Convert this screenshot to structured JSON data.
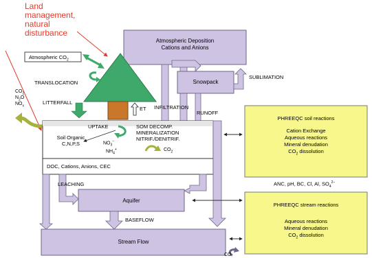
{
  "annotation": {
    "line1": "Land",
    "line2": "management,",
    "line3": "natural",
    "line4": "disturbance"
  },
  "atmospheric_co2": {
    "label": "Atmospheric CO",
    "sub": "2"
  },
  "atmospheric_deposition": {
    "line1": "Atmospheric Deposition",
    "line2": "Cations and Anions"
  },
  "snowpack": {
    "label": "Snowpack"
  },
  "sublimation": {
    "label": "SUBLIMATION"
  },
  "translocation": {
    "label": "TRANSLOCATION"
  },
  "litterfall": {
    "label": "LITTERFALL"
  },
  "gases": {
    "co2": "CO",
    "n2o": "N",
    "no": "NO",
    "sub2": "2",
    "subo": "O",
    "subx": "x"
  },
  "et": {
    "label": "ET"
  },
  "infiltration": {
    "label": "INFILTRATION"
  },
  "runoff": {
    "label": "RUNOFF"
  },
  "soil": {
    "uptake": "UPTAKE",
    "organic_line1": "Soil Organic",
    "organic_line2": "C,N,P,S",
    "no3": "NO",
    "no3_sub": "3",
    "no3_sup": "−",
    "nh4": "NH",
    "nh4_sub": "4",
    "nh4_sup": "+",
    "decomp_line1": "SOM DECOMP.",
    "decomp_line2": "MINERALIZATION",
    "decomp_line3": "NITRIF./DENITRIF.",
    "co2": "CO",
    "co2_sub": "2",
    "doc": "DOC, Cations, Anions, CEC"
  },
  "soil_reactions": {
    "title": "PHREEQC soil reactions",
    "line1": "Cation Exchange",
    "line2": "Aqueous reactions",
    "line3": "Mineral denudation",
    "line4": "CO",
    "line4_sub": "2",
    "line4_rest": " dissolution"
  },
  "chemistry": {
    "label": "ANC, pH, BC, Cl, Al, SO",
    "sub": "4",
    "sup": "2−"
  },
  "leaching": {
    "label": "LEACHING"
  },
  "aquifer": {
    "label": "Aquifer"
  },
  "baseflow": {
    "label": "BASEFLOW"
  },
  "stream_reactions": {
    "title": "PHREEQC stream reactions",
    "line1": "Aqueous reactions",
    "line2": "Mineral denudation",
    "line3": "CO",
    "line3_sub": "2",
    "line3_rest": " dissolution"
  },
  "stream_flow": {
    "label": "Stream Flow"
  },
  "bottom_co2": {
    "label": "CO"
  },
  "colors": {
    "box_fill": "#cfc3e3",
    "box_stroke": "#6d6687",
    "tree_green": "#3ea96a",
    "trunk_brown": "#c9772a",
    "yellow": "#f7f78c",
    "olive": "#a6b23e",
    "annotation_red": "#e23a2a"
  }
}
